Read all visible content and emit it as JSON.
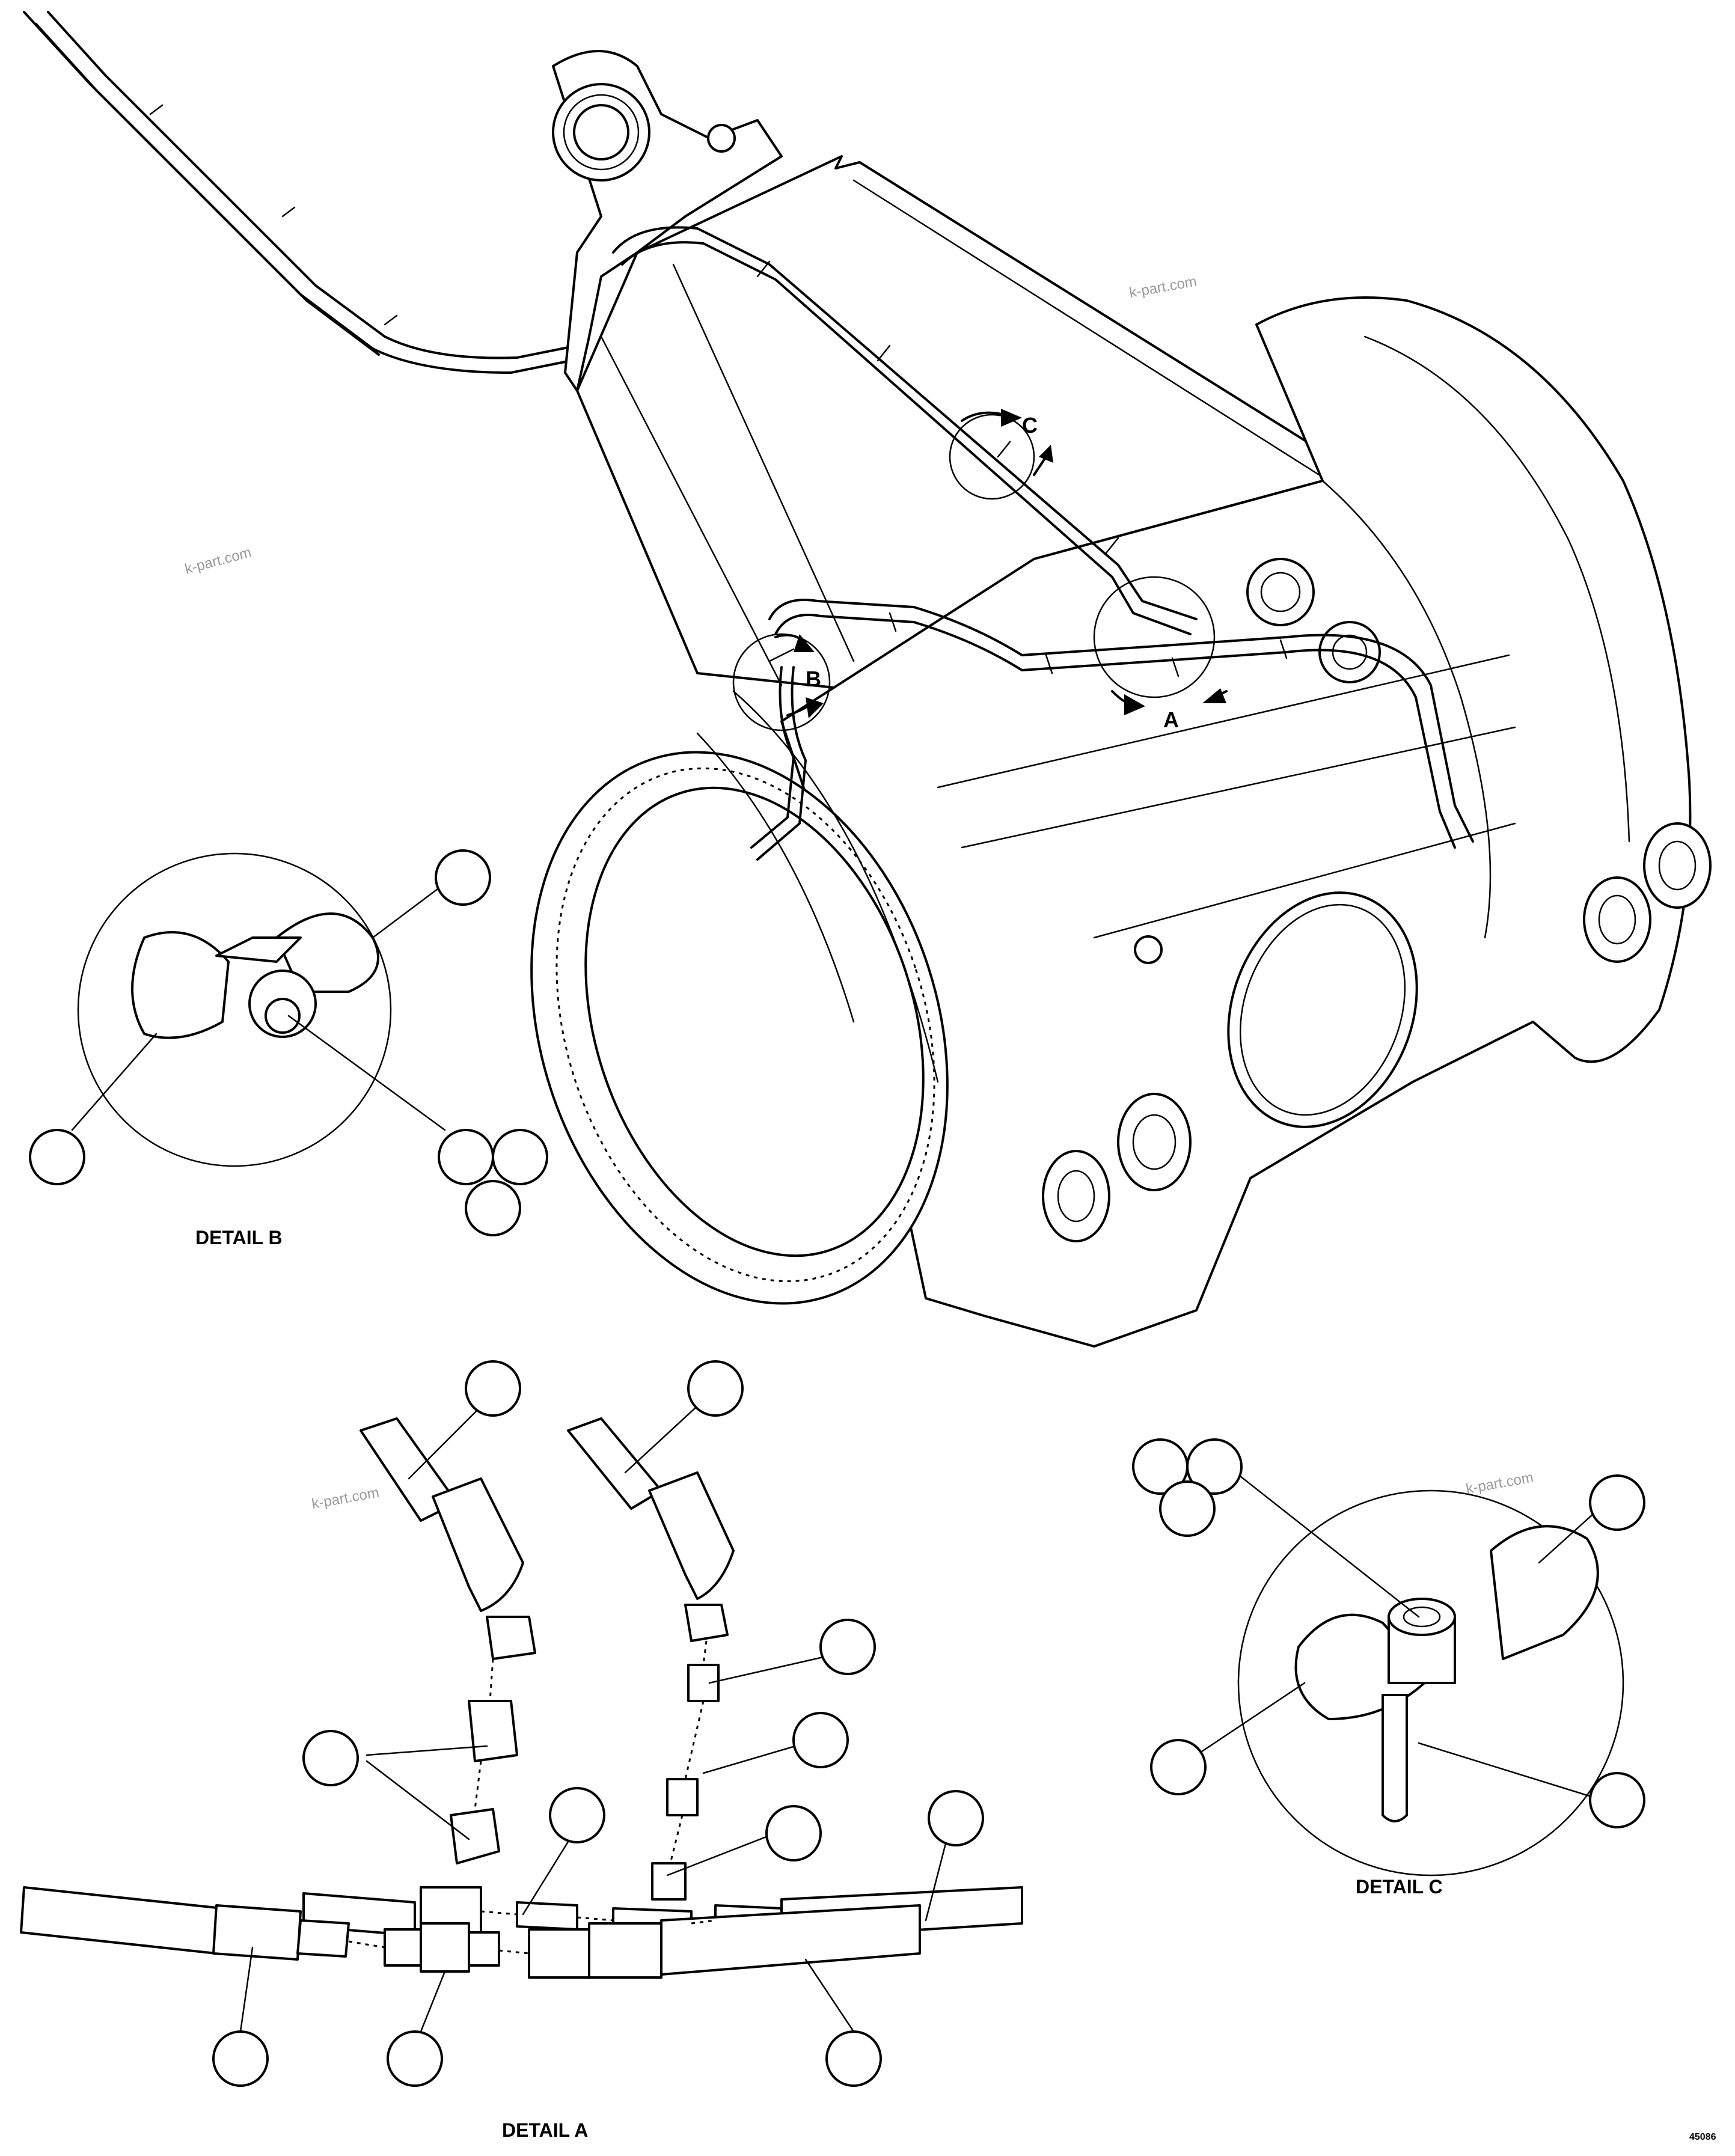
{
  "watermark": "k-part.com",
  "view_markers": {
    "a": "A",
    "b": "B",
    "c": "C"
  },
  "details": {
    "detail_b": "DETAIL B",
    "detail_c": "DETAIL C",
    "detail_a": "DETAIL A"
  },
  "drawing_number": "45086",
  "icons": {
    "callout": "callout-balloon-icon",
    "view_arrow": "view-arrow-icon"
  }
}
